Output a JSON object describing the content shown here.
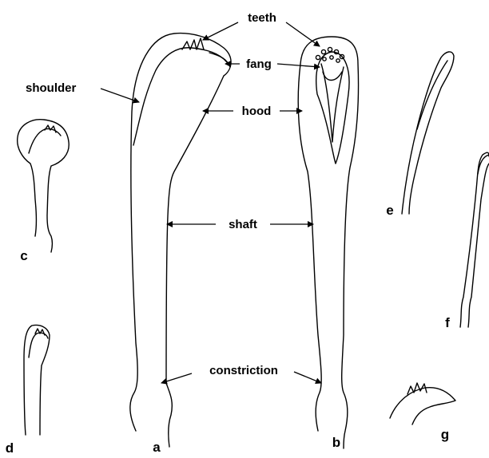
{
  "labels": {
    "teeth": "teeth",
    "fang": "fang",
    "shoulder": "shoulder",
    "hood": "hood",
    "shaft": "shaft",
    "constriction": "constriction"
  },
  "panel_letters": {
    "a": "a",
    "b": "b",
    "c": "c",
    "d": "d",
    "e": "e",
    "f": "f",
    "g": "g"
  }
}
